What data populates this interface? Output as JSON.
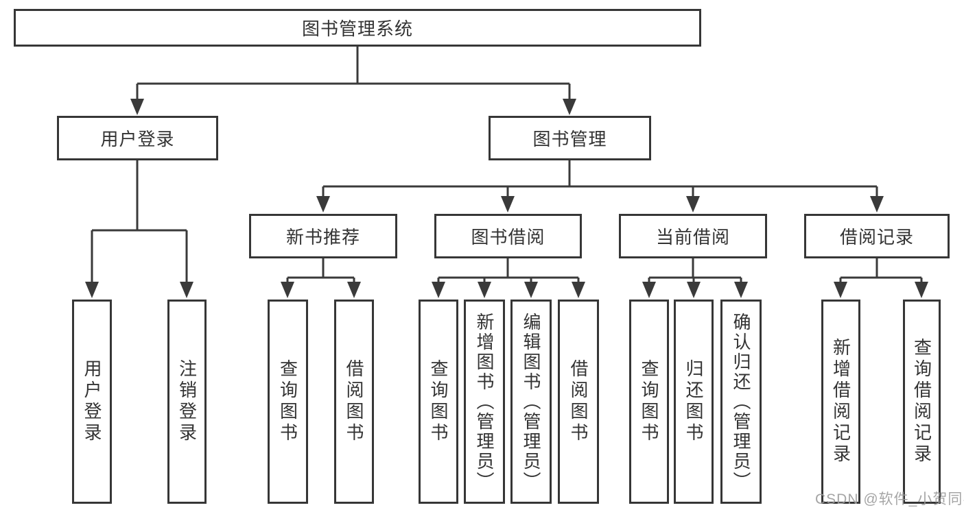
{
  "diagram": {
    "root_label": "图书管理系统",
    "branches": {
      "user_login": {
        "label": "用户登录",
        "children": [
          "用户登录",
          "注销登录"
        ]
      },
      "book_mgmt": {
        "label": "图书管理",
        "sections": [
          {
            "label": "新书推荐",
            "children": [
              "查询图书",
              "借阅图书"
            ]
          },
          {
            "label": "图书借阅",
            "children": [
              "查询图书",
              "新增图书（管理员）",
              "编辑图书（管理员）",
              "借阅图书"
            ]
          },
          {
            "label": "当前借阅",
            "children": [
              "查询图书",
              "归还图书",
              "确认归还（管理员）"
            ]
          },
          {
            "label": "借阅记录",
            "children": [
              "新增借阅记录",
              "查询借阅记录"
            ]
          }
        ]
      }
    }
  },
  "watermark": "CSDN @软件_小贺同学",
  "colors": {
    "line": "#3a3a3a",
    "box_border": "#363636",
    "text": "#333333",
    "background": "#ffffff",
    "watermark": "#9b9b9b"
  }
}
